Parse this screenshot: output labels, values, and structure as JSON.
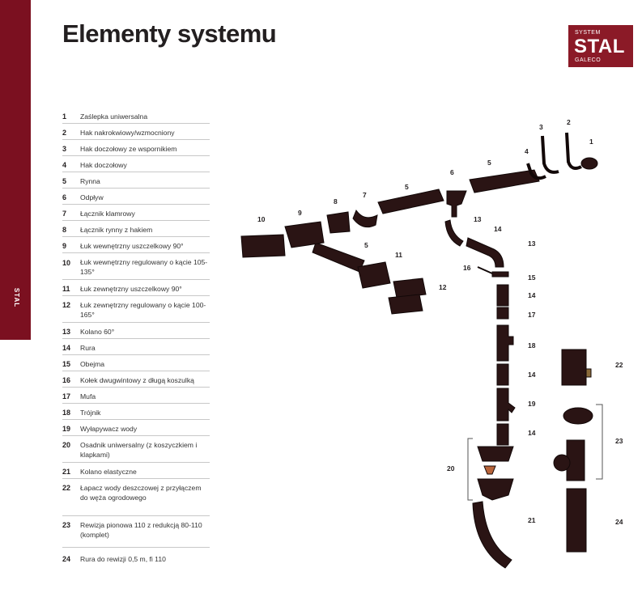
{
  "sidebar": {
    "label": "STAL"
  },
  "title": "Elementy systemu",
  "logo": {
    "top": "SYSTEM",
    "brand": "STAL",
    "bottom": "GALECO"
  },
  "colors": {
    "accent": "#7b1020",
    "product": "#2a1414"
  },
  "parts": [
    {
      "num": "1",
      "name": "Zaślepka uniwersalna"
    },
    {
      "num": "2",
      "name": "Hak nakrokwiowy/wzmocniony"
    },
    {
      "num": "3",
      "name": "Hak doczołowy ze wspornikiem"
    },
    {
      "num": "4",
      "name": "Hak doczołowy"
    },
    {
      "num": "5",
      "name": "Rynna"
    },
    {
      "num": "6",
      "name": "Odpływ"
    },
    {
      "num": "7",
      "name": "Łącznik klamrowy"
    },
    {
      "num": "8",
      "name": "Łącznik rynny z hakiem"
    },
    {
      "num": "9",
      "name": "Łuk wewnętrzny uszczelkowy 90°"
    },
    {
      "num": "10",
      "name": "Łuk wewnętrzny regulowany o kącie 105-135°"
    },
    {
      "num": "11",
      "name": "Łuk zewnętrzny uszczelkowy 90°"
    },
    {
      "num": "12",
      "name": "Łuk zewnętrzny regulowany o kącie 100-165°"
    },
    {
      "num": "13",
      "name": "Kolano 60°"
    },
    {
      "num": "14",
      "name": "Rura"
    },
    {
      "num": "15",
      "name": "Obejma"
    },
    {
      "num": "16",
      "name": "Kołek dwugwintowy z długą koszulką"
    },
    {
      "num": "17",
      "name": "Mufa"
    },
    {
      "num": "18",
      "name": "Trójnik"
    },
    {
      "num": "19",
      "name": "Wyłapywacz wody"
    },
    {
      "num": "20",
      "name": "Osadnik uniwersalny (z koszyczkiem i klapkami)"
    },
    {
      "num": "21",
      "name": "Kolano elastyczne"
    },
    {
      "num": "22",
      "name": "Łapacz wody deszczowej z przyłączem do węża ogrodowego"
    },
    {
      "num": "23",
      "name": "Rewizja pionowa 110 z redukcją 80-110 (komplet)"
    },
    {
      "num": "24",
      "name": "Rura do rewizji 0,5 m, fi 110"
    }
  ],
  "callouts": [
    "1",
    "2",
    "3",
    "4",
    "5",
    "5",
    "6",
    "7",
    "8",
    "9",
    "10",
    "5",
    "11",
    "12",
    "13",
    "14",
    "13",
    "16",
    "15",
    "14",
    "17",
    "18",
    "14",
    "19",
    "14",
    "20",
    "21",
    "22",
    "23",
    "24"
  ]
}
